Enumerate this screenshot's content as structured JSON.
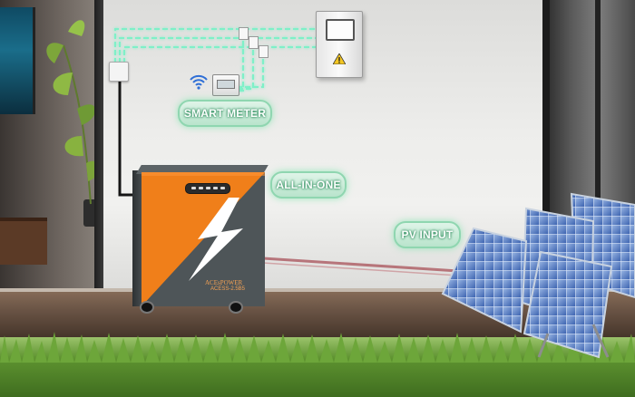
{
  "labels": {
    "smart_meter": "SMART METER",
    "all_in_one": "ALL-IN-ONE",
    "pv_input": "PV INPUT"
  },
  "battery": {
    "brand": "ACEsPOWER",
    "model": "ACESS-2.5B5"
  },
  "colors": {
    "wall": "#e9e9e7",
    "battery_orange": "#f07f1a",
    "battery_gray": "#4e5558",
    "glow_line": "#7ff0c8",
    "grass": "#4f8a2a"
  },
  "icons": [
    "wifi-icon",
    "warning-icon",
    "lightning-bolt-icon"
  ]
}
